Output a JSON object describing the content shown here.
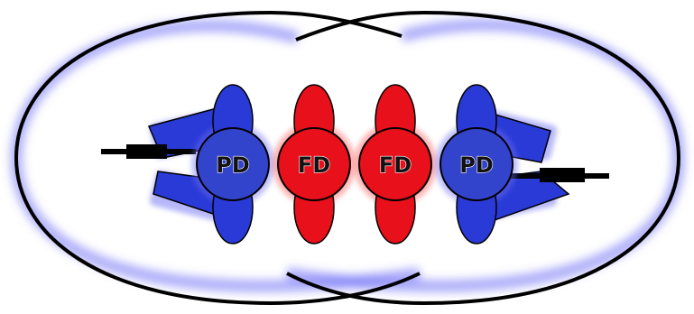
{
  "colors": {
    "background": "#ffffff",
    "glow": "#6f6ff5",
    "pd_fill": "#3344cc",
    "pd_petal": "#2a3ad6",
    "fd_fill": "#e8101a",
    "outline": "#000000"
  },
  "nodes": [
    {
      "label": "PD",
      "kind": "PD"
    },
    {
      "label": "FD",
      "kind": "FD"
    },
    {
      "label": "FD",
      "kind": "FD"
    },
    {
      "label": "PD",
      "kind": "PD"
    }
  ]
}
